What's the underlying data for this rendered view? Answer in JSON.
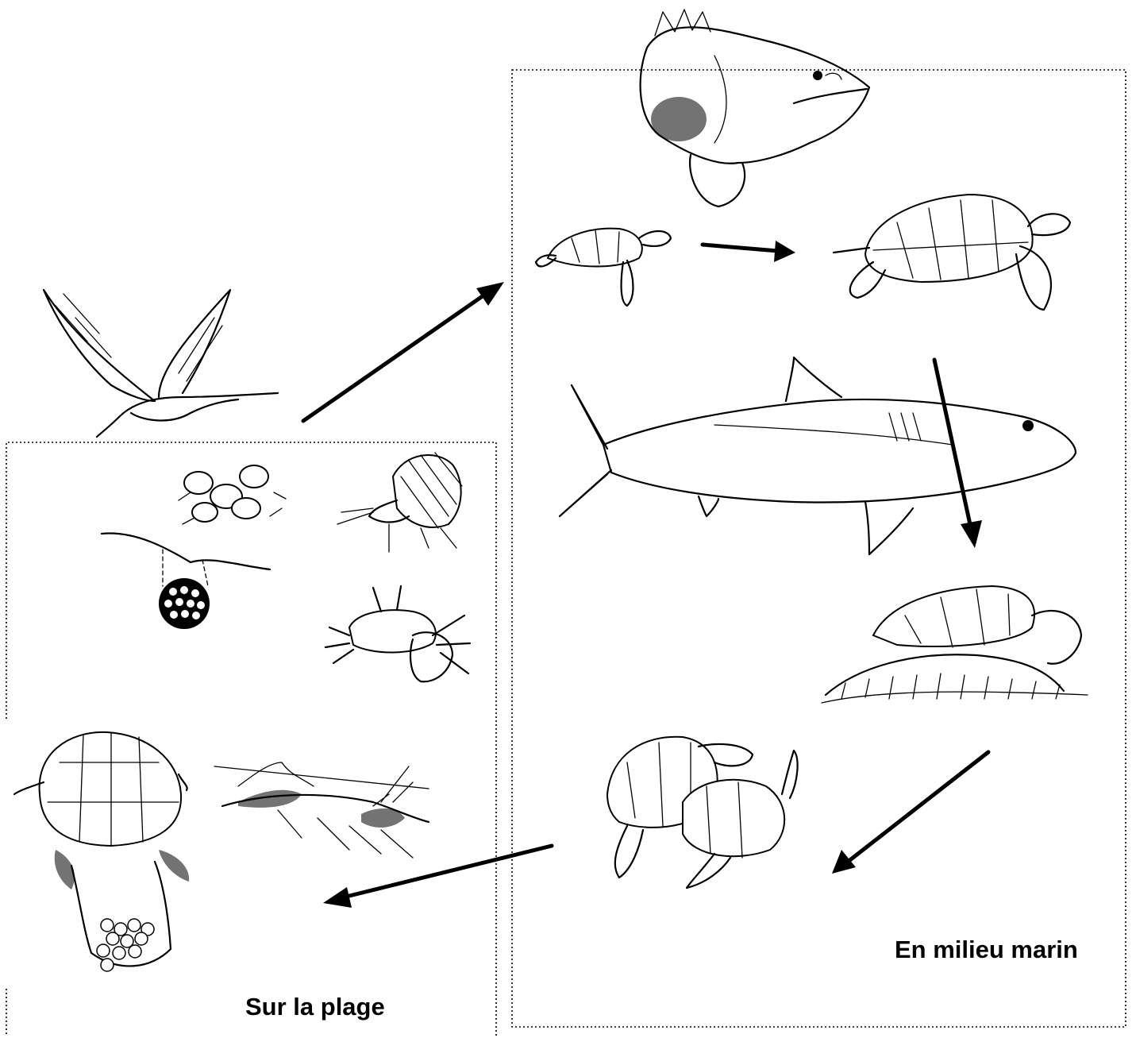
{
  "zones": {
    "beach_label": "Sur la plage",
    "sea_label": "En milieu marin"
  },
  "illustrations": [
    "seabird-flying",
    "grouper-fish",
    "hatchling-turtle",
    "juvenile-turtle",
    "shark",
    "adult-turtle-grazing",
    "mating-turtles",
    "hatchlings-emerging",
    "hermit-crab",
    "ghost-crab",
    "nest-eggs",
    "nesting-female",
    "beach-vegetation"
  ]
}
